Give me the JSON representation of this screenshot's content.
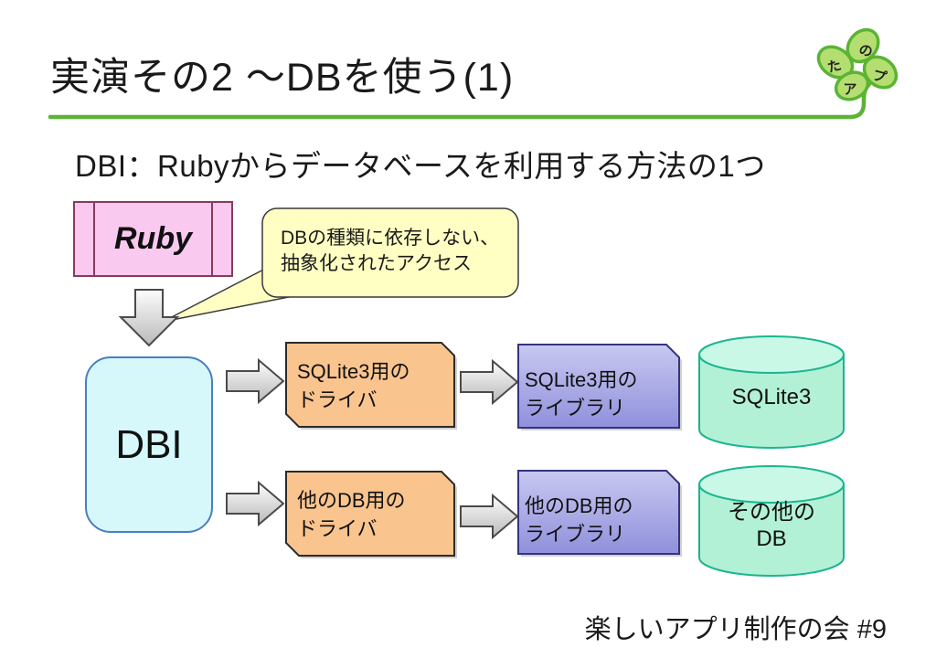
{
  "slide": {
    "title": "実演その2 〜DBを使う(1)",
    "subtitle": "DBI：Rubyからデータベースを利用する方法の1つ",
    "footer": "楽しいアプリ制作の会 #9"
  },
  "logo": {
    "name": "たのアプ clover logo",
    "leaves": [
      "た",
      "の",
      "ア",
      "プ"
    ]
  },
  "callout": {
    "line1": "DBの種類に依存しない、",
    "line2": "抽象化されたアクセス"
  },
  "diagram": {
    "ruby_label": "Ruby",
    "dbi_label": "DBI",
    "driver_sqlite": {
      "line1": "SQLite3用の",
      "line2": "ドライバ"
    },
    "driver_other": {
      "line1": "他のDB用の",
      "line2": "ドライバ"
    },
    "lib_sqlite": {
      "line1": "SQLite3用の",
      "line2": "ライブラリ"
    },
    "lib_other": {
      "line1": "他のDB用の",
      "line2": "ライブラリ"
    },
    "db_sqlite_label": "SQLite3",
    "db_other": {
      "line1": "その他の",
      "line2": "DB"
    }
  },
  "colors": {
    "accent_green": "#5cb335",
    "leaf_fill": "#b4df70",
    "ruby_fill": "#f9c9f0",
    "ruby_border": "#8a3a5a",
    "dbi_fill": "#d6f8fb",
    "dbi_border": "#4a7ec0",
    "driver_fill": "#f9c48e",
    "library_fill_top": "#c8c8f1",
    "library_fill_bottom": "#9090dc",
    "library_border": "#34347e",
    "db_fill": "#b2f1d6",
    "db_border": "#1cb58e",
    "callout_fill": "#ffffc4"
  }
}
